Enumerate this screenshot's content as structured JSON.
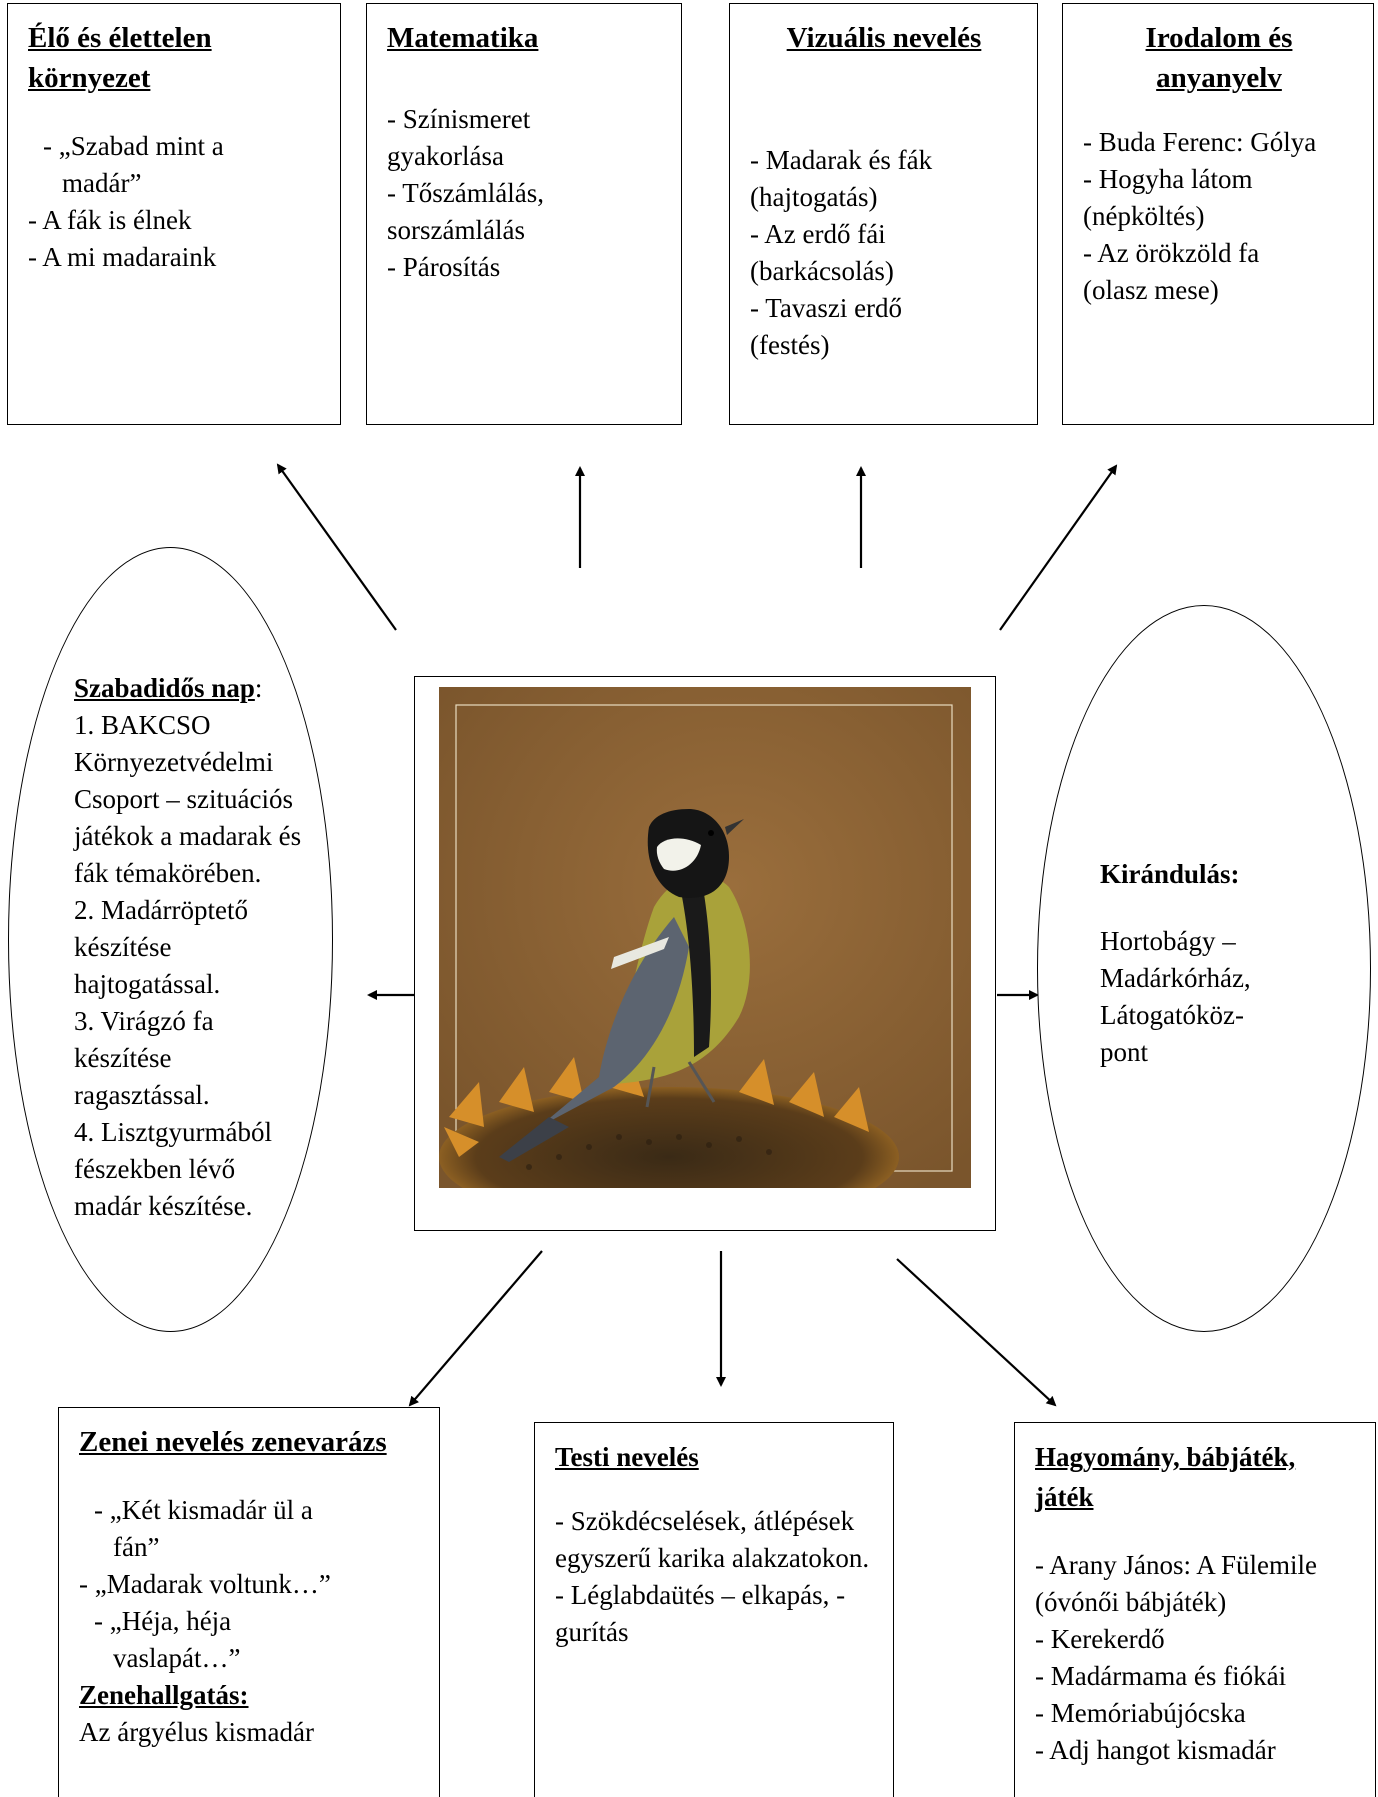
{
  "top_boxes": {
    "b1": {
      "title": "Élő és élettelen környezet",
      "items": [
        "- „Szabad  mint a madár”",
        "- A fák is élnek",
        "- A mi madaraink"
      ]
    },
    "b2": {
      "title": "Matematika",
      "items": [
        "- Színismeret gyakorlása",
        "- Tőszámlálás, sorszámlálás",
        "- Párosítás"
      ]
    },
    "b3": {
      "title": "Vizuális nevelés",
      "items": [
        "- Madarak és fák (hajtogatás)",
        "- Az erdő fái (barkácsolás)",
        "- Tavaszi erdő (festés)"
      ]
    },
    "b4": {
      "title": "Irodalom és anyanyelv",
      "items": [
        "- Buda Ferenc: Gólya",
        "- Hogyha látom (népköltés)",
        "- Az örökzöld fa (olasz mese)"
      ]
    }
  },
  "left_ellipse": {
    "title": "Szabadidős nap",
    "colon": ":",
    "items": [
      "1. BAKCSO Környezetvédelmi Csoport – szituációs játékok a madarak és fák témakörében.",
      "2. Madárröptető készítése hajtogatással.",
      "3. Virágzó fa készítése ragasztással.",
      "4. Lisztgyurmából fészekben lévő madár készítése."
    ]
  },
  "right_ellipse": {
    "title": "Kirándulás:",
    "text": "Hortobágy – Madárkórház, Látogatóköz-pont"
  },
  "bottom_boxes": {
    "b5": {
      "title": "Zenei nevelés zenevarázs",
      "items": [
        "- „Két kismadár ül a fán”",
        "- „Madarak voltunk…”",
        "- „Héja, héja vaslapát…”"
      ],
      "subtitle": "Zenehallgatás:",
      "sub_text": "Az árgyélus kismadár"
    },
    "b6": {
      "title": "Testi nevelés",
      "items": [
        "- Szökdécselések, átlépések egyszerű karika alakzatokon.",
        "- Léglabdaütés – elkapás, -gurítás"
      ]
    },
    "b7": {
      "title": "Hagyomány, bábjáték, játék",
      "items": [
        "- Arany János: A Fülemile (óvónői bábjáték)",
        "- Kerekerdő",
        "- Madármama és fiókái",
        "- Memóriabújócska",
        "- Adj hangot kismadár"
      ]
    }
  },
  "colors": {
    "photo_bg": "#8c6436",
    "line": "#000000"
  }
}
